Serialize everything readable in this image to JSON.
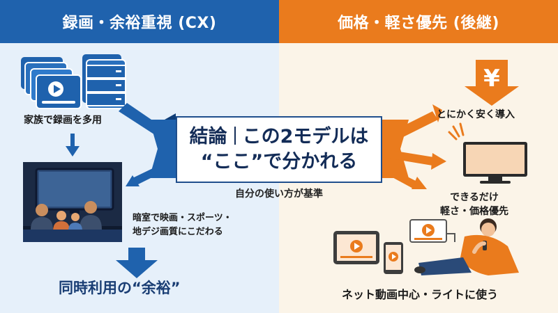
{
  "header": {
    "left_title": "録画・余裕重視 (CX)",
    "right_title": "価格・軽さ優先 (後継)"
  },
  "center": {
    "line1_a": "結論",
    "line1_b": "この2モデルは",
    "line2": "“ここ”で分かれる",
    "subtitle": "自分の使い方が基準"
  },
  "left": {
    "recording_label": "家族で録画を多用",
    "theater_label_line1": "暗室で映画・スポーツ・",
    "theater_label_line2": "地デジ画質にこだわる",
    "result_label": "同時利用の“余裕”"
  },
  "right": {
    "yen_symbol": "¥",
    "cheap_label": "とにかく安く導入",
    "light_label_line1": "できるだけ",
    "light_label_line2": "軽さ・価格優先",
    "net_label": "ネット動画中心・ライトに使う"
  },
  "colors": {
    "blue": "#1f62ad",
    "orange": "#ea7b1d",
    "navy": "#132c57",
    "left_bg": "#e6f0fa",
    "right_bg": "#fbf4e8"
  }
}
